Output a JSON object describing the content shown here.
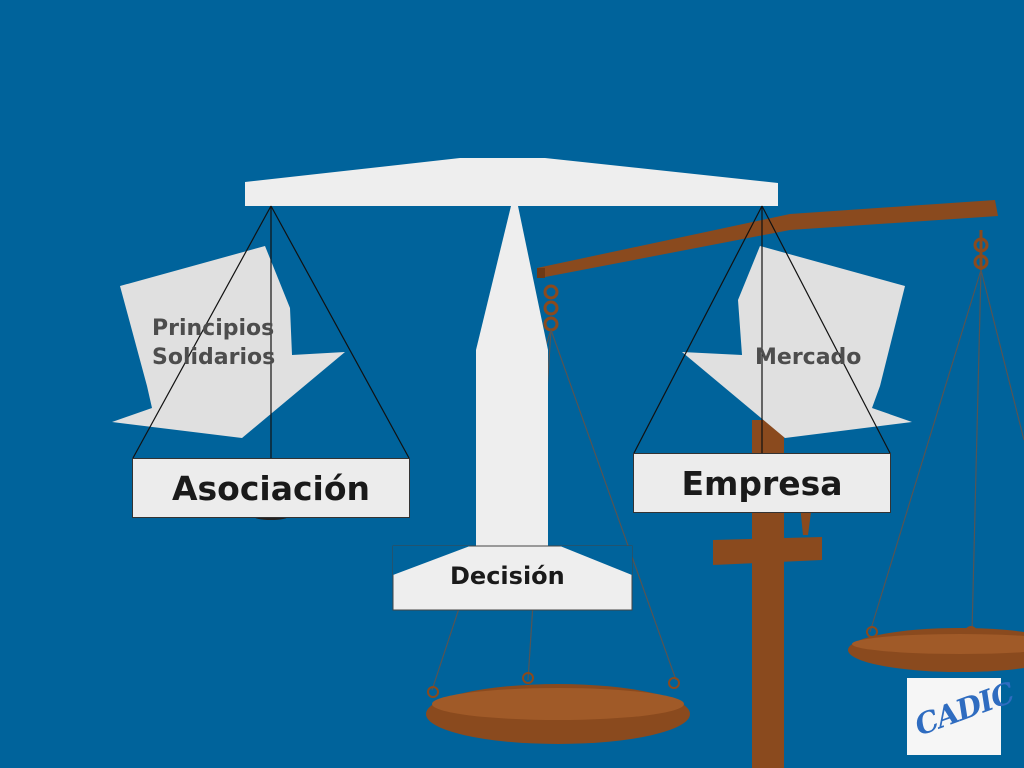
{
  "labels": {
    "left_pan": "Asociación",
    "right_pan": "Empresa",
    "base": "Decisión",
    "left_arrow_line1": "Principios",
    "left_arrow_line2": "Solidarios",
    "right_arrow": "Mercado",
    "logo": "CADIC"
  },
  "colors": {
    "background": "#00639b",
    "white_scale": "#eeeeee",
    "arrow_fill": "#e0e0e0",
    "bronze": "#8a4a1e",
    "bronze_light": "#a05a28",
    "logo_blue": "#2f6cc0"
  }
}
